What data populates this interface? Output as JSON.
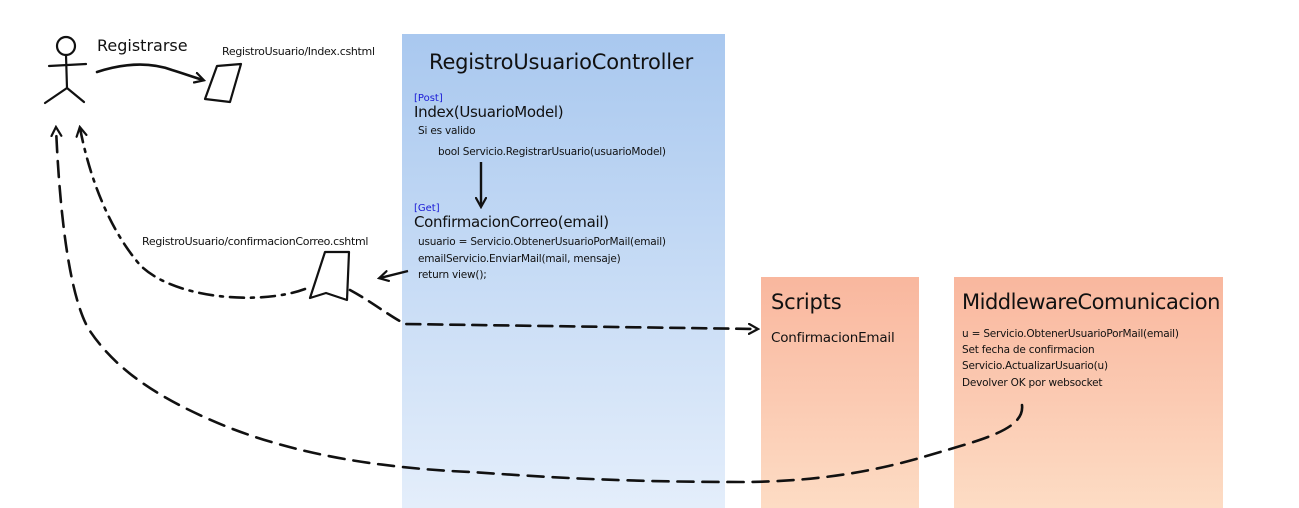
{
  "actor": {
    "action_label": "Registrarse"
  },
  "views": {
    "index_label": "RegistroUsuario/Index.cshtml",
    "confirm_label": "RegistroUsuario/confirmacionCorreo.cshtml"
  },
  "controller": {
    "title": "RegistroUsuarioController",
    "post_tag": "[Post]",
    "post_method": "Index(UsuarioModel)",
    "post_lines": [
      "Si es valido",
      "bool Servicio.RegistrarUsuario(usuarioModel)"
    ],
    "get_tag": "[Get]",
    "get_method": "ConfirmacionCorreo(email)",
    "get_lines": [
      "usuario = Servicio.ObtenerUsuarioPorMail(email)",
      "emailServicio.EnviarMail(mail, mensaje)",
      "return view();"
    ]
  },
  "scripts": {
    "title": "Scripts",
    "item": "ConfirmacionEmail"
  },
  "middleware": {
    "title": "MiddlewareComunicacion",
    "lines": [
      "u = Servicio.ObtenerUsuarioPorMail(email)",
      "Set fecha de confirmacion",
      "Servicio.ActualizarUsuario(u)",
      "Devolver OK por websocket"
    ]
  },
  "colors": {
    "controller_fill": "#a9c8ef",
    "scripts_fill": "#f9b79e",
    "middleware_fill": "#f9b79e",
    "tag_color": "#1a1ad6",
    "ink": "#111111"
  }
}
